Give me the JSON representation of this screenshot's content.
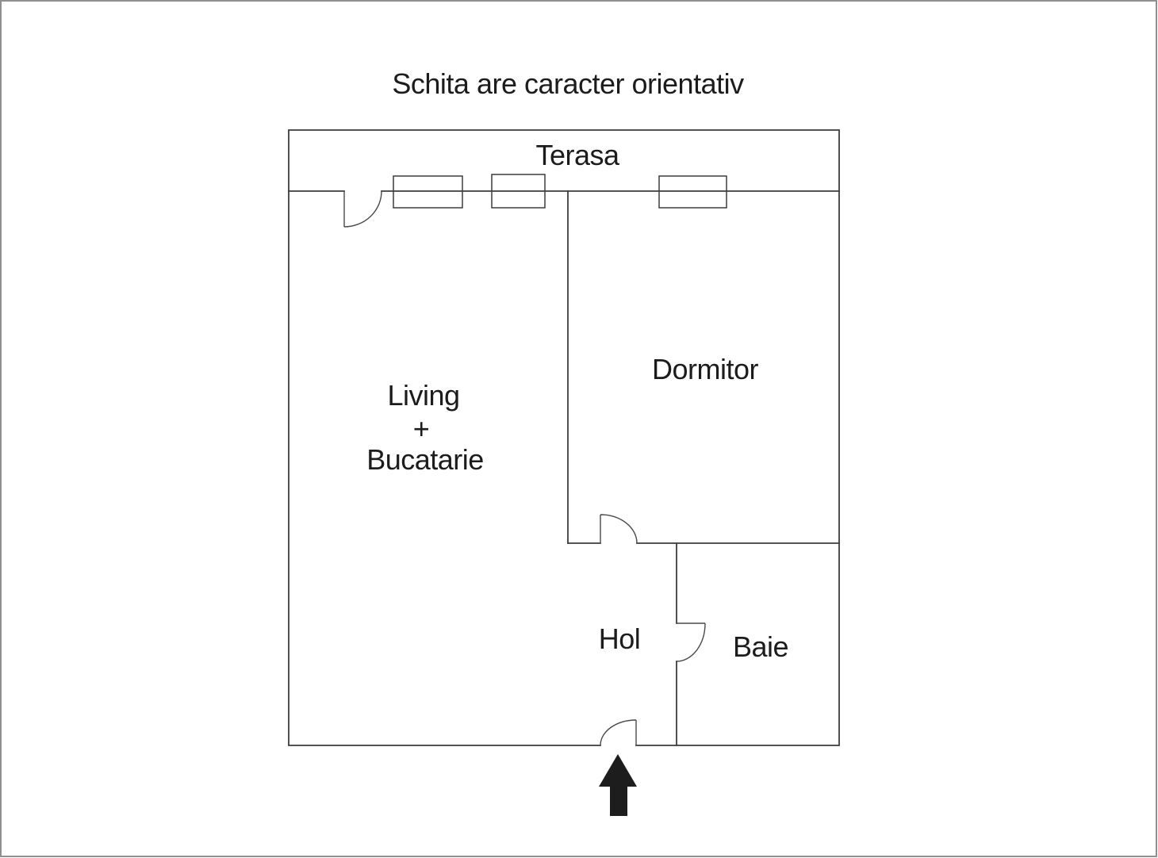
{
  "title": "Schita are caracter orientativ",
  "rooms": {
    "terasa": {
      "label": "Terasa"
    },
    "living": {
      "label": [
        "Living",
        "+",
        "Bucatarie"
      ]
    },
    "dormitor": {
      "label": "Dormitor"
    },
    "hol": {
      "label": "Hol"
    },
    "baie": {
      "label": "Baie"
    }
  },
  "icons": {
    "entrance_arrow": "arrow-up"
  },
  "colors": {
    "background": "#ffffff",
    "canvas_border": "#8f8f8f",
    "wall_line": "#3d3d3d",
    "door_line": "#4a4a4a",
    "text": "#1c1c1c",
    "arrow": "#1d1d1d"
  }
}
